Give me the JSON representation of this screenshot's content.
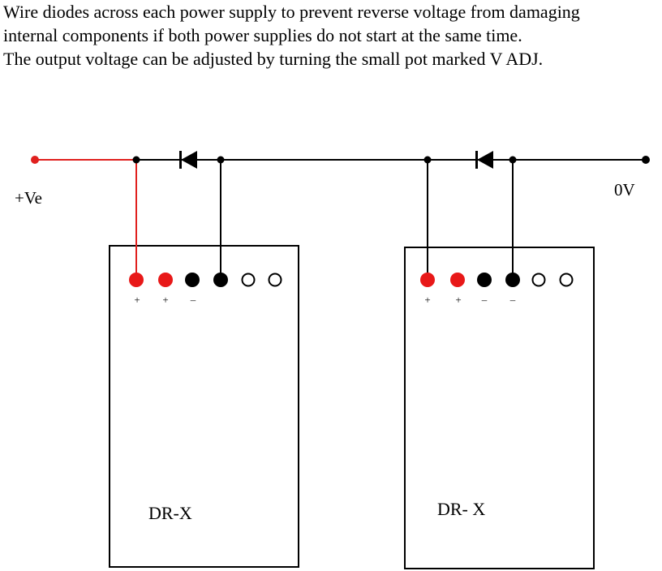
{
  "instructions": [
    "Wire diodes across each power supply to prevent reverse voltage from damaging",
    "internal components if both power supplies do not start at the same time.",
    "The output voltage can be adjusted by turning the small pot marked V ADJ."
  ],
  "terminals": {
    "positive_label": "+Ve",
    "zero_label": "0V"
  },
  "supplies": [
    {
      "label": "DR-X",
      "pin_labels": [
        "+",
        "+",
        "–",
        "",
        "",
        ""
      ]
    },
    {
      "label": "DR- X",
      "pin_labels": [
        "+",
        "+",
        "–",
        "–",
        "",
        ""
      ]
    }
  ],
  "colors": {
    "positive_wire": "#e0201e",
    "wire": "#000000",
    "pin_positive": "#e81818",
    "pin_negative": "#000000",
    "pin_unused": "#ffffff"
  }
}
